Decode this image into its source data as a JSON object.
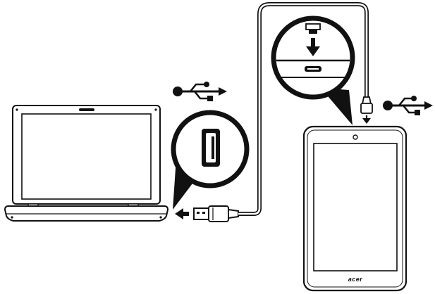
{
  "figure": {
    "description_type": "connection-diagram",
    "devices": [
      {
        "id": "laptop",
        "icon": "laptop-icon"
      },
      {
        "id": "tablet",
        "icon": "tablet-icon",
        "brand_label": "acer"
      }
    ],
    "connectors": [
      {
        "id": "usb-a",
        "icon": "usb-a-plug-icon",
        "target": "laptop"
      },
      {
        "id": "micro-usb",
        "icon": "micro-usb-plug-icon",
        "target": "tablet"
      }
    ],
    "callouts": [
      {
        "id": "laptop-port",
        "icon": "usb-a-port-icon"
      },
      {
        "id": "tablet-port",
        "icon": "micro-usb-port-icon"
      }
    ],
    "symbols": [
      "usb-symbol-icon",
      "usb-symbol-icon"
    ],
    "colors": {
      "line": "#111111",
      "background": "#ffffff"
    }
  }
}
